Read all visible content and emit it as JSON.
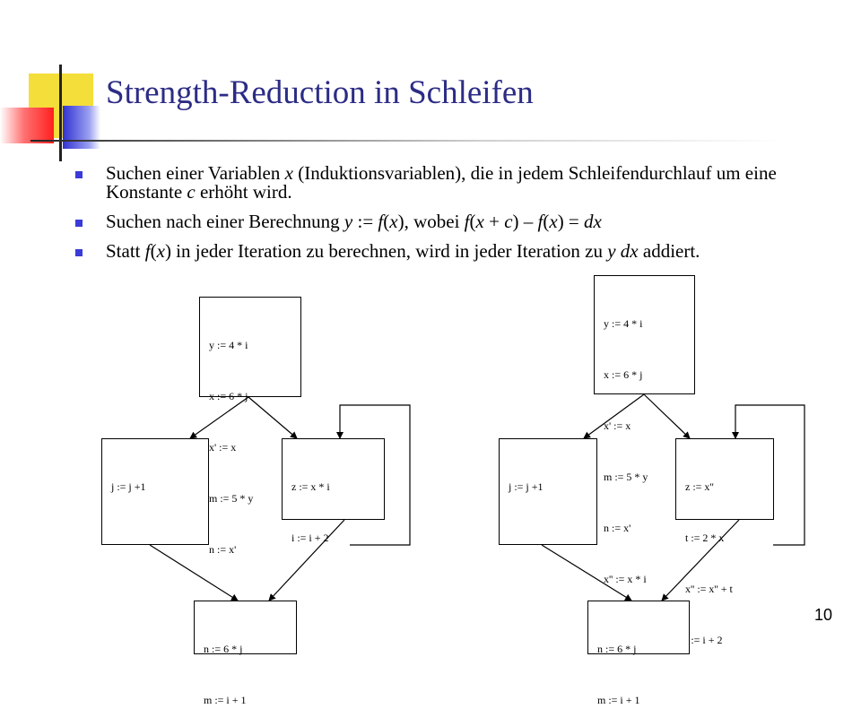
{
  "slide": {
    "title": "Strength-Reduction in Schleifen",
    "page_number": "10"
  },
  "bullets": [
    {
      "html": "Suchen einer Variablen <i>x</i> (Induktionsvariablen), die in jedem Schleifendurchlauf um eine Konstante <i>c</i> erhöht wird."
    },
    {
      "html": "Suchen nach einer Berechnung <i>y</i> := <i>f</i>(<i>x</i>), wobei <i>f</i>(<i>x</i> + <i>c</i>) – <i>f</i>(<i>x</i>) = <i>dx</i>"
    },
    {
      "html": "Statt <i>f</i>(<i>x</i>) in jeder Iteration zu berechnen, wird in jeder Iteration zu <i>y dx</i> addiert."
    }
  ],
  "diagram_left": {
    "top_block": [
      "y := 4 * i",
      "x := 6 * j",
      "x' := x",
      "m := 5 * y",
      "n := x'"
    ],
    "left_block": [
      "j := j +1"
    ],
    "right_block": [
      "z := x * i",
      "i := i + 2"
    ],
    "bottom_block": [
      "n := 6 * j",
      "m := i + 1"
    ]
  },
  "diagram_right": {
    "top_block": [
      "y := 4 * i",
      "x := 6 * j",
      "x' := x",
      "m := 5 * y",
      "n := x'",
      "x'' := x * i"
    ],
    "left_block": [
      "j := j +1"
    ],
    "right_block": [
      "z := x''",
      "t := 2 * x",
      "x'' := x'' + t",
      "i := i + 2"
    ],
    "bottom_block": [
      "n := 6 * j",
      "m := i + 1"
    ]
  }
}
